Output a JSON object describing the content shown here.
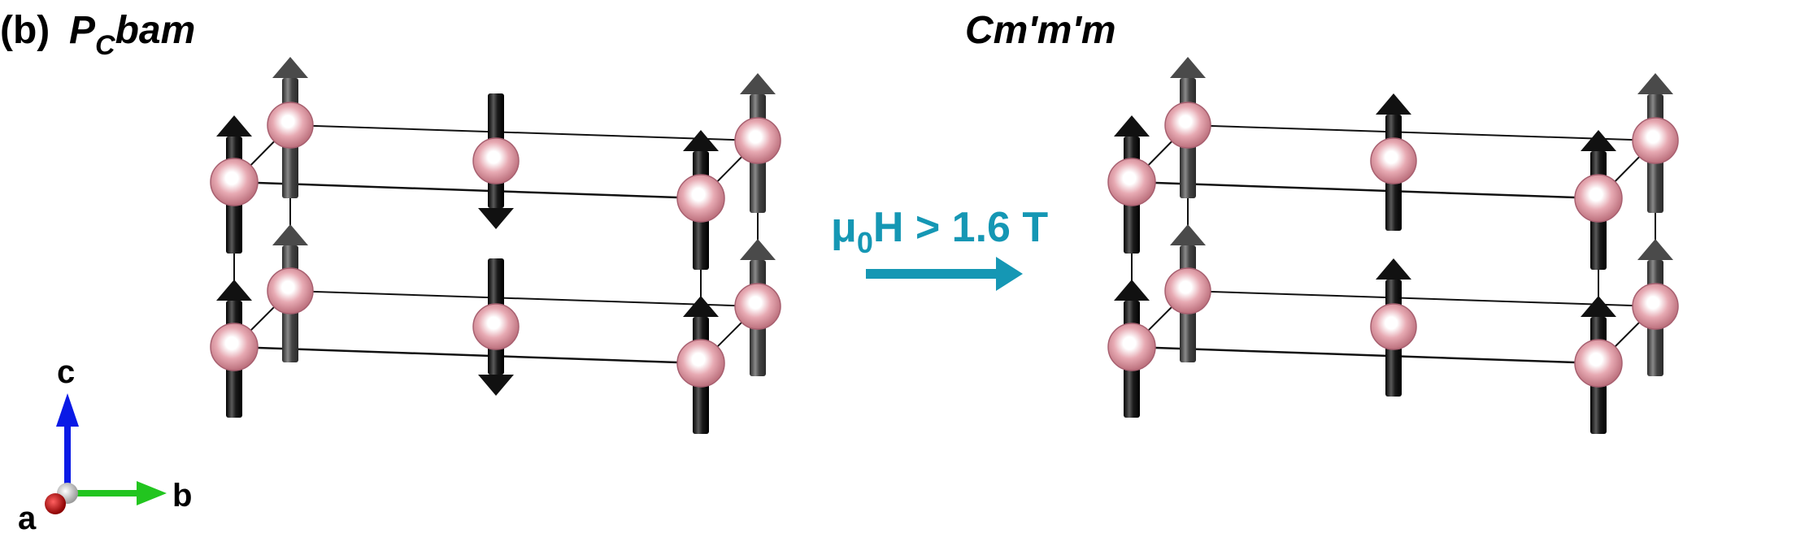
{
  "panel_label": "(b)",
  "left_title": {
    "main": "P",
    "sub": "C",
    "rest": "bam"
  },
  "right_title": "Cm'm'm",
  "field_label": {
    "prefix": "μ",
    "sub": "0",
    "rest": "H > 1.6 T"
  },
  "axes": {
    "c": "c",
    "b": "b",
    "a": "a"
  },
  "colors": {
    "atom": "#d98f99",
    "spin_front": "#111111",
    "spin_back": "#555555",
    "field_arrow": "#1597b4",
    "axis_c": "#0a1ae6",
    "axis_b": "#22c51f",
    "axis_a": "#b01010"
  },
  "structures": [
    {
      "name": "P_C bam",
      "center_spin_direction": "down"
    },
    {
      "name": "Cm'm'm",
      "center_spin_direction": "up"
    }
  ]
}
